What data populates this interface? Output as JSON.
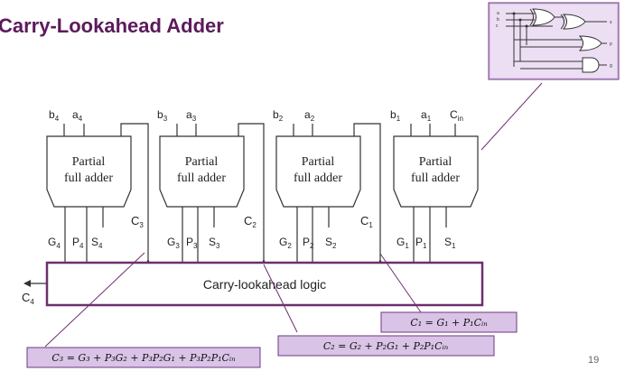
{
  "title": "Carry-Lookahead Adder",
  "adders": [
    {
      "line1": "Partial",
      "line2": "full adder",
      "in_b": "b",
      "in_b_sub": "4",
      "in_a": "a",
      "in_a_sub": "4",
      "out_g": "G",
      "out_g_sub": "4",
      "out_p": "P",
      "out_p_sub": "4",
      "out_s": "S",
      "out_s_sub": "4"
    },
    {
      "line1": "Partial",
      "line2": "full adder",
      "in_b": "b",
      "in_b_sub": "3",
      "in_a": "a",
      "in_a_sub": "3",
      "out_g": "G",
      "out_g_sub": "3",
      "out_p": "P",
      "out_p_sub": "3",
      "out_s": "S",
      "out_s_sub": "3"
    },
    {
      "line1": "Partial",
      "line2": "full adder",
      "in_b": "b",
      "in_b_sub": "2",
      "in_a": "a",
      "in_a_sub": "2",
      "out_g": "G",
      "out_g_sub": "2",
      "out_p": "P",
      "out_p_sub": "2",
      "out_s": "S",
      "out_s_sub": "2"
    },
    {
      "line1": "Partial",
      "line2": "full adder",
      "in_b": "b",
      "in_b_sub": "1",
      "in_a": "a",
      "in_a_sub": "1",
      "in_c": "C",
      "in_c_sub": "in",
      "out_g": "G",
      "out_g_sub": "1",
      "out_p": "P",
      "out_p_sub": "1",
      "out_s": "S",
      "out_s_sub": "1"
    }
  ],
  "carries": [
    {
      "label": "C",
      "sub": "3"
    },
    {
      "label": "C",
      "sub": "2"
    },
    {
      "label": "C",
      "sub": "1"
    }
  ],
  "carry_out": {
    "label": "C",
    "sub": "4"
  },
  "logic_label": "Carry-lookahead logic",
  "equations": {
    "c1": "C₁ = G₁ + P₁Cᵢₙ",
    "c2": "C₂ = G₂ + P₂G₁ + P₂P₁Cᵢₙ",
    "c3": "C₃ = G₃ + P₃G₂ + P₃P₂G₁ + P₃P₂P₁Cᵢₙ"
  },
  "page_number": "19",
  "colors": {
    "title": "#5b1a5c",
    "eq_box_fill": "#d9c3e6",
    "eq_box_stroke": "#6d3a80",
    "connector": "#6d2f6e",
    "stroke": "#333333"
  }
}
